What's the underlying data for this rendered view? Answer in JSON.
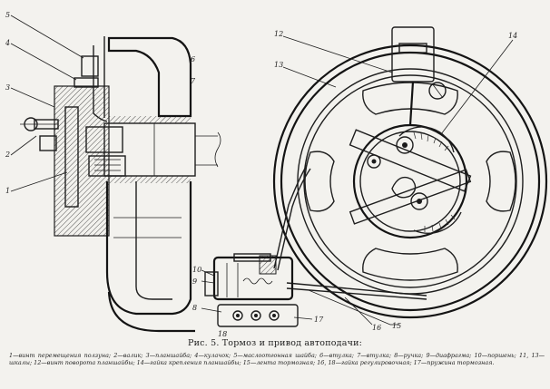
{
  "figure": {
    "caption": "Рис. 5. Тормоз и привод автоподачи:",
    "legend": "1—винт перемещения ползуна; 2—валик; 3—планшайба; 4—кулачок; 5—маслоотгонная шайба; 6—втулка; 7—втулка; 8—ручка; 9—диафрагма; 10—поршень; 11, 13—шкалы; 12—винт поворота планшайбы; 14—гайка крепления планшайбы; 15—лента тормозная; 16, 18—гайка регулировочная; 17—пружина тормозная.",
    "callouts": {
      "c1": "1",
      "c2": "2",
      "c3": "3",
      "c4": "4",
      "c5": "5",
      "c6": "6",
      "c7": "7",
      "c8": "8",
      "c9": "9",
      "c10": "10",
      "c12": "12",
      "c13": "13",
      "c14": "14",
      "c15": "15",
      "c16": "16",
      "c17": "17",
      "c18": "18"
    }
  }
}
